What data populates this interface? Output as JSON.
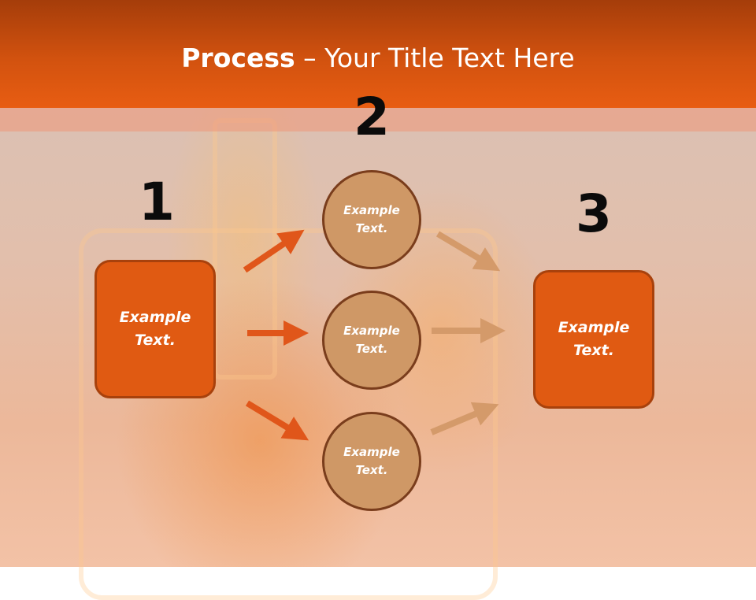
{
  "title": {
    "bold": "Process",
    "rest": " – Your Title Text Here"
  },
  "steps": [
    {
      "number": "1",
      "label": "Example\nText."
    },
    {
      "number": "2",
      "labels": [
        "Example\nText.",
        "Example\nText.",
        "Example\nText."
      ]
    },
    {
      "number": "3",
      "label": "Example\nText."
    }
  ],
  "colors": {
    "header": "#d2520f",
    "box": "#e05a12",
    "circle": "#cf9866",
    "arrow_left": "#e0561a",
    "arrow_right": "#d49a6a"
  }
}
